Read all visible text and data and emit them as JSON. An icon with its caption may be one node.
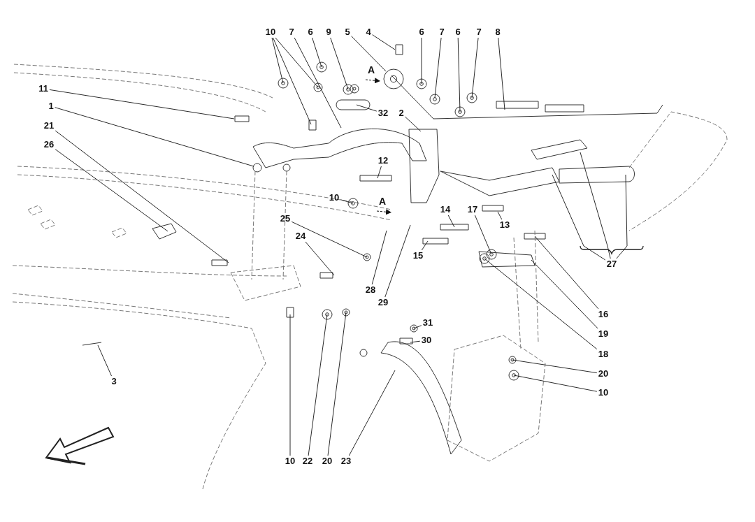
{
  "diagram": {
    "nodes": [
      {
        "text": [
          "10"
        ]
      },
      {
        "text": [
          "7"
        ]
      },
      {
        "text": [
          "6"
        ]
      },
      {
        "text": [
          "9"
        ]
      },
      {
        "text": [
          "5"
        ]
      },
      {
        "text": [
          "4"
        ]
      },
      {
        "text": [
          "6"
        ]
      },
      {
        "text": [
          "7"
        ]
      },
      {
        "text": [
          "6"
        ]
      },
      {
        "text": [
          "7"
        ]
      },
      {
        "text": [
          "8"
        ]
      },
      {
        "text": [
          "11"
        ]
      },
      {
        "text": [
          "1"
        ]
      },
      {
        "text": [
          "32"
        ]
      },
      {
        "text": [
          "2"
        ]
      },
      {
        "text": [
          "21"
        ]
      },
      {
        "text": [
          "26"
        ]
      },
      {
        "text": [
          "12"
        ]
      },
      {
        "text": [
          "10"
        ]
      },
      {
        "text": [
          "14"
        ]
      },
      {
        "text": [
          "17"
        ]
      },
      {
        "text": [
          "25"
        ]
      },
      {
        "text": [
          "13"
        ]
      },
      {
        "text": [
          "24"
        ]
      },
      {
        "text": [
          "15"
        ]
      },
      {
        "text": [
          "27"
        ]
      },
      {
        "text": [
          "28"
        ]
      },
      {
        "text": [
          "29"
        ]
      },
      {
        "text": [
          "16"
        ]
      },
      {
        "text": [
          "31"
        ]
      },
      {
        "text": [
          "19"
        ]
      },
      {
        "text": [
          "30"
        ]
      },
      {
        "text": [
          "18"
        ]
      },
      {
        "text": [
          "20"
        ]
      },
      {
        "text": [
          "3"
        ]
      },
      {
        "text": [
          "10"
        ]
      },
      {
        "text": [
          "10"
        ]
      },
      {
        "text": [
          "22"
        ]
      },
      {
        "text": [
          "20"
        ]
      },
      {
        "text": [
          "23"
        ]
      }
    ],
    "edges": [
      {
        "from": 0,
        "to": null,
        "arrow": "none"
      },
      {
        "from": 0,
        "to": null,
        "arrow": "none"
      },
      {
        "from": 0,
        "to": null,
        "arrow": "none"
      },
      {
        "from": 1,
        "to": null,
        "arrow": "none"
      },
      {
        "from": 2,
        "to": null,
        "arrow": "none"
      },
      {
        "from": 3,
        "to": null,
        "arrow": "none"
      },
      {
        "from": 4,
        "to": null,
        "arrow": "none"
      },
      {
        "from": 5,
        "to": null,
        "arrow": "none"
      },
      {
        "from": 6,
        "to": null,
        "arrow": "none"
      },
      {
        "from": 7,
        "to": null,
        "arrow": "none"
      },
      {
        "from": 8,
        "to": null,
        "arrow": "none"
      },
      {
        "from": 9,
        "to": null,
        "arrow": "none"
      },
      {
        "from": 10,
        "to": null,
        "arrow": "none"
      },
      {
        "from": 11,
        "to": null,
        "arrow": "none"
      },
      {
        "from": 12,
        "to": null,
        "arrow": "none"
      },
      {
        "from": 13,
        "to": null,
        "arrow": "none"
      },
      {
        "from": 14,
        "to": null,
        "arrow": "none"
      },
      {
        "from": 15,
        "to": null,
        "arrow": "none"
      },
      {
        "from": 16,
        "to": null,
        "arrow": "none"
      },
      {
        "from": 17,
        "to": null,
        "arrow": "none"
      },
      {
        "from": 18,
        "to": null,
        "arrow": "none"
      },
      {
        "from": 19,
        "to": null,
        "arrow": "none"
      },
      {
        "from": 20,
        "to": null,
        "arrow": "none"
      },
      {
        "from": 21,
        "to": null,
        "arrow": "none"
      },
      {
        "from": 22,
        "to": null,
        "arrow": "none"
      },
      {
        "from": 23,
        "to": null,
        "arrow": "none"
      },
      {
        "from": 24,
        "to": null,
        "arrow": "none"
      },
      {
        "from": 25,
        "to": null,
        "arrow": "none"
      },
      {
        "from": 25,
        "to": null,
        "arrow": "none"
      },
      {
        "from": 25,
        "to": null,
        "arrow": "none"
      },
      {
        "from": 26,
        "to": null,
        "arrow": "none"
      },
      {
        "from": 27,
        "to": null,
        "arrow": "none"
      },
      {
        "from": 28,
        "to": null,
        "arrow": "none"
      },
      {
        "from": 29,
        "to": null,
        "arrow": "none"
      },
      {
        "from": 30,
        "to": null,
        "arrow": "none"
      },
      {
        "from": 31,
        "to": null,
        "arrow": "none"
      },
      {
        "from": 32,
        "to": null,
        "arrow": "none"
      },
      {
        "from": 33,
        "to": null,
        "arrow": "none"
      },
      {
        "from": 34,
        "to": null,
        "arrow": "none"
      },
      {
        "from": 35,
        "to": null,
        "arrow": "none"
      },
      {
        "from": 36,
        "to": null,
        "arrow": "none"
      },
      {
        "from": 37,
        "to": null,
        "arrow": "none"
      },
      {
        "from": 38,
        "to": null,
        "arrow": "none"
      },
      {
        "from": 39,
        "to": null,
        "arrow": "none"
      }
    ],
    "labels": [
      "A",
      "A"
    ]
  }
}
